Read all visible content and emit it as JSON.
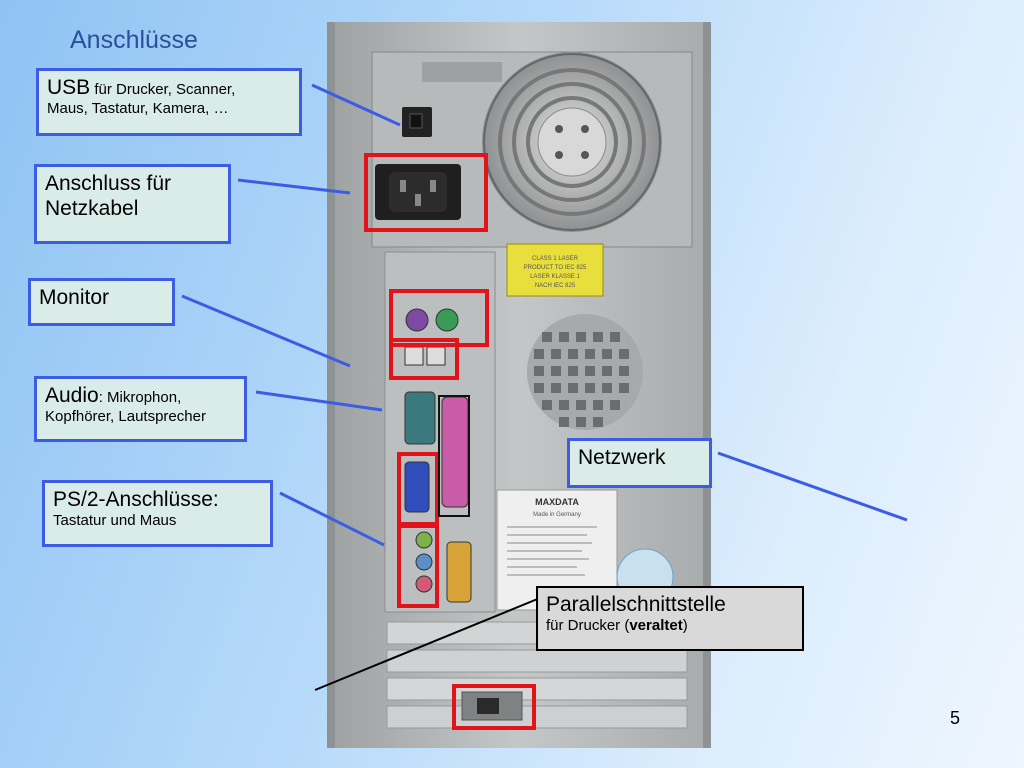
{
  "slide": {
    "title": "Anschlüsse",
    "page_number": "5"
  },
  "labels": {
    "usb": {
      "main": "USB",
      "detail_1": " für Drucker, Scanner,",
      "detail_2": "Maus, Tastatur, Kamera, …"
    },
    "power": {
      "line_1": "Anschluss für",
      "line_2": "Netzkabel"
    },
    "monitor": {
      "main": "Monitor"
    },
    "audio": {
      "main": "Audio",
      "detail_1": ": Mikrophon,",
      "detail_2": "Kopfhörer, Lautsprecher"
    },
    "ps2": {
      "main": "PS/2-Anschlüsse:",
      "detail": "Tastatur und Maus"
    },
    "network": {
      "main": "Netzwerk"
    },
    "parallel": {
      "main": "Parallelschnittstelle",
      "detail_pre": "für Drucker (",
      "detail_bold": "veraltet",
      "detail_post": ")"
    }
  },
  "photo": {
    "laser_label": [
      "CLASS 1 LASER",
      "PRODUCT TO IEC 825",
      "LASER KLASSE 1",
      "NACH IEC 825"
    ],
    "brand": "MAXDATA",
    "brand_sub": "Made in Germany"
  },
  "colors": {
    "label_fill": "#d9ece8",
    "label_border": "#3c5de3",
    "highlight_red": "#e0141a",
    "connector_line": "#3c5de3"
  }
}
